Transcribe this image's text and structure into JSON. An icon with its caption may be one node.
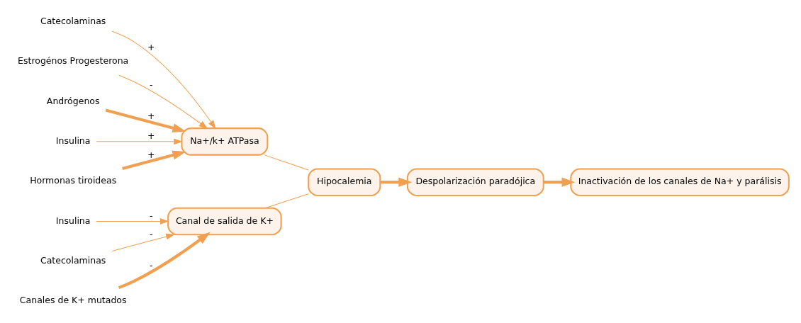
{
  "diagram": {
    "nodes": [
      {
        "text": [
          "Insulina"
        ]
      },
      {
        "text": [
          "Hormonas tiroideas"
        ]
      },
      {
        "text": [
          "Catecolaminas"
        ]
      },
      {
        "text": [
          "Na+/k+ ATPasa"
        ]
      },
      {
        "text": [
          "Estrogénos Progesterona"
        ]
      },
      {
        "text": [
          "Andrógenos"
        ]
      },
      {
        "text": [
          "Canal de salida de K+"
        ]
      },
      {
        "text": [
          "Catecolaminas"
        ]
      },
      {
        "text": [
          "Canales de K+ mutados"
        ]
      },
      {
        "text": [
          "Insulina"
        ]
      },
      {
        "text": [
          "Hipocalemia"
        ]
      },
      {
        "text": [
          "Despolarización paradójica"
        ]
      },
      {
        "text": [
          "Inactivación de los canales de Na+ y parálisis"
        ]
      }
    ],
    "edges": [
      {
        "from": 0,
        "to": 3,
        "arrow": "to",
        "label": "+"
      },
      {
        "from": 1,
        "to": 3,
        "arrow": "to",
        "label": "+",
        "style": "thick"
      },
      {
        "from": 2,
        "to": 3,
        "arrow": "to",
        "label": "+"
      },
      {
        "from": 4,
        "to": 3,
        "arrow": "to",
        "label": "-"
      },
      {
        "from": 5,
        "to": 3,
        "arrow": "to",
        "label": "+",
        "style": "thick"
      },
      {
        "from": 7,
        "to": 6,
        "arrow": "to",
        "label": "-"
      },
      {
        "from": 8,
        "to": 6,
        "arrow": "to",
        "label": "-",
        "style": "thick"
      },
      {
        "from": 9,
        "to": 6,
        "arrow": "to",
        "label": "-"
      },
      {
        "from": 3,
        "to": 10,
        "arrow": "none"
      },
      {
        "from": 6,
        "to": 10,
        "arrow": "none"
      },
      {
        "from": 10,
        "to": 11,
        "arrow": "to",
        "style": "thick"
      },
      {
        "from": 11,
        "to": 12,
        "arrow": "to",
        "style": "thick"
      }
    ]
  }
}
